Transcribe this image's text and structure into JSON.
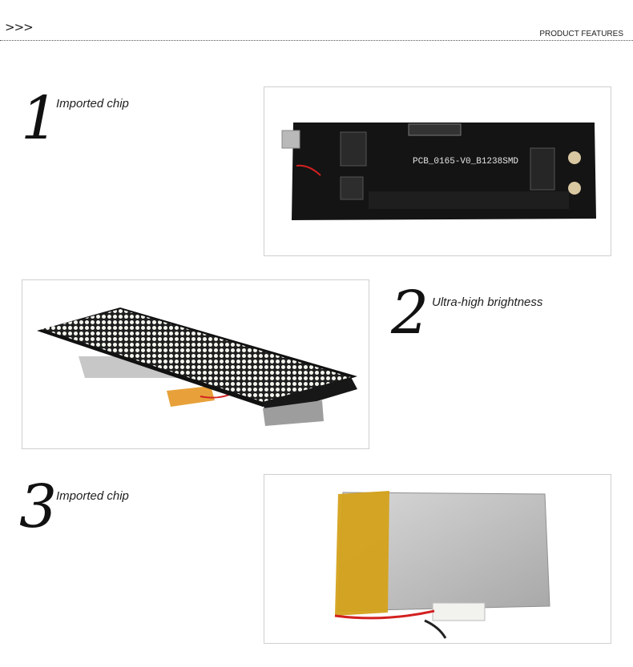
{
  "header": {
    "arrows": ">>>",
    "title": "PRODUCT FEATURES"
  },
  "features": [
    {
      "number": "1",
      "text": "Imported chip",
      "image_icon": "pcb-board-photo"
    },
    {
      "number": "2",
      "text": "Ultra-high brightness",
      "image_icon": "led-matrix-module-photo"
    },
    {
      "number": "3",
      "text": "Imported chip",
      "image_icon": "lipo-battery-photo"
    }
  ],
  "pcb": {
    "silkscreen": "PCB_0165-V0_B1238SMD"
  }
}
